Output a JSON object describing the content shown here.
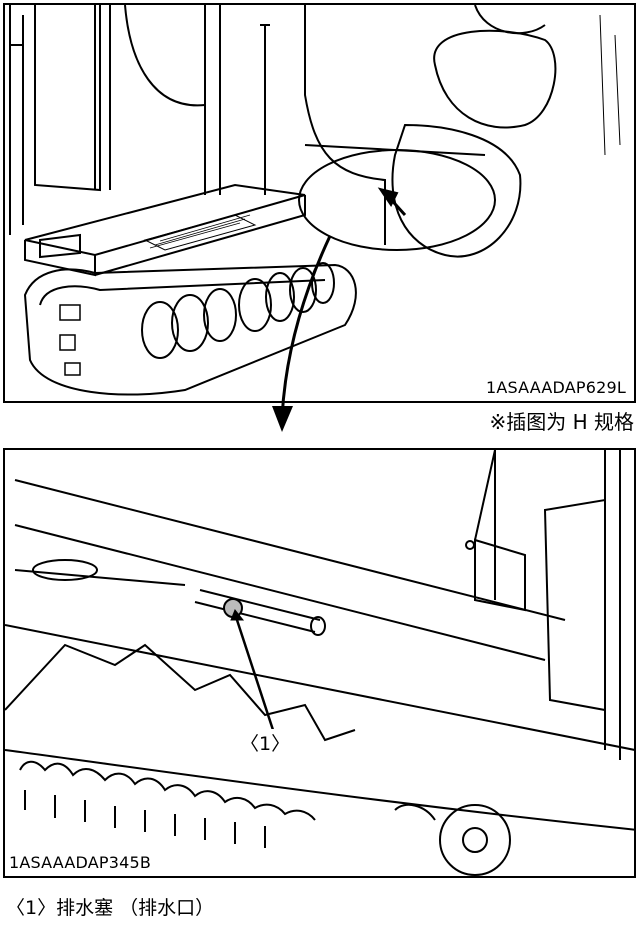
{
  "figures": {
    "top": {
      "code": "1ASAAADAP629L"
    },
    "bottom": {
      "code": "1ASAAADAP345B",
      "callout": "〈1〉"
    }
  },
  "note": "※插图为 H 规格",
  "caption": "〈1〉排水塞 （排水口）"
}
